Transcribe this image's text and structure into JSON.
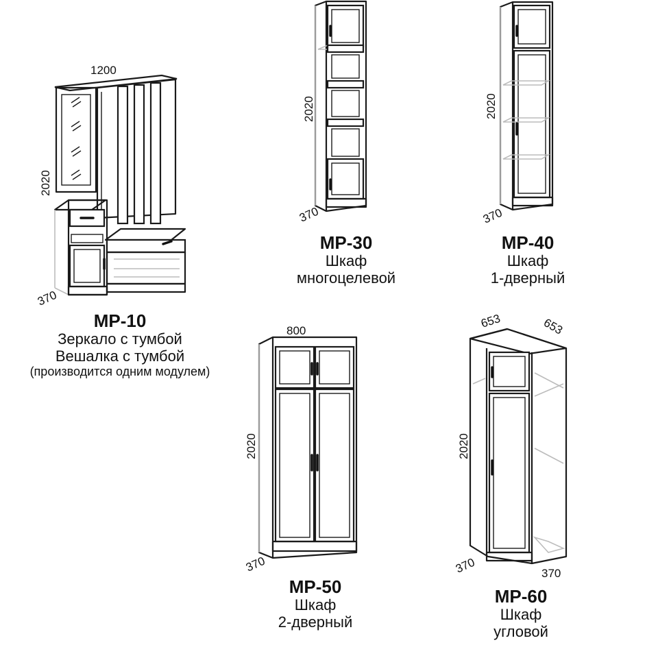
{
  "products": [
    {
      "id": "mp10",
      "code": "МР-10",
      "lines": [
        "Зеркало с тумбой",
        "Вешалка с тумбой"
      ],
      "note": "(производится одним модулем)",
      "dims": {
        "width": "1200",
        "height": "2020",
        "depth": "370"
      }
    },
    {
      "id": "mp30",
      "code": "МР-30",
      "lines": [
        "Шкаф",
        "многоцелевой"
      ],
      "dims": {
        "height": "2020",
        "depth": "370"
      }
    },
    {
      "id": "mp40",
      "code": "МР-40",
      "lines": [
        "Шкаф",
        "1-дверный"
      ],
      "dims": {
        "height": "2020",
        "depth": "370"
      }
    },
    {
      "id": "mp50",
      "code": "МР-50",
      "lines": [
        "Шкаф",
        "2-дверный"
      ],
      "dims": {
        "width": "800",
        "height": "2020",
        "depth": "370"
      }
    },
    {
      "id": "mp60",
      "code": "МР-60",
      "lines": [
        "Шкаф",
        "угловой"
      ],
      "dims": {
        "width_left": "653",
        "width_right": "653",
        "height": "2020",
        "depth_left": "370",
        "depth_right": "370"
      }
    }
  ]
}
